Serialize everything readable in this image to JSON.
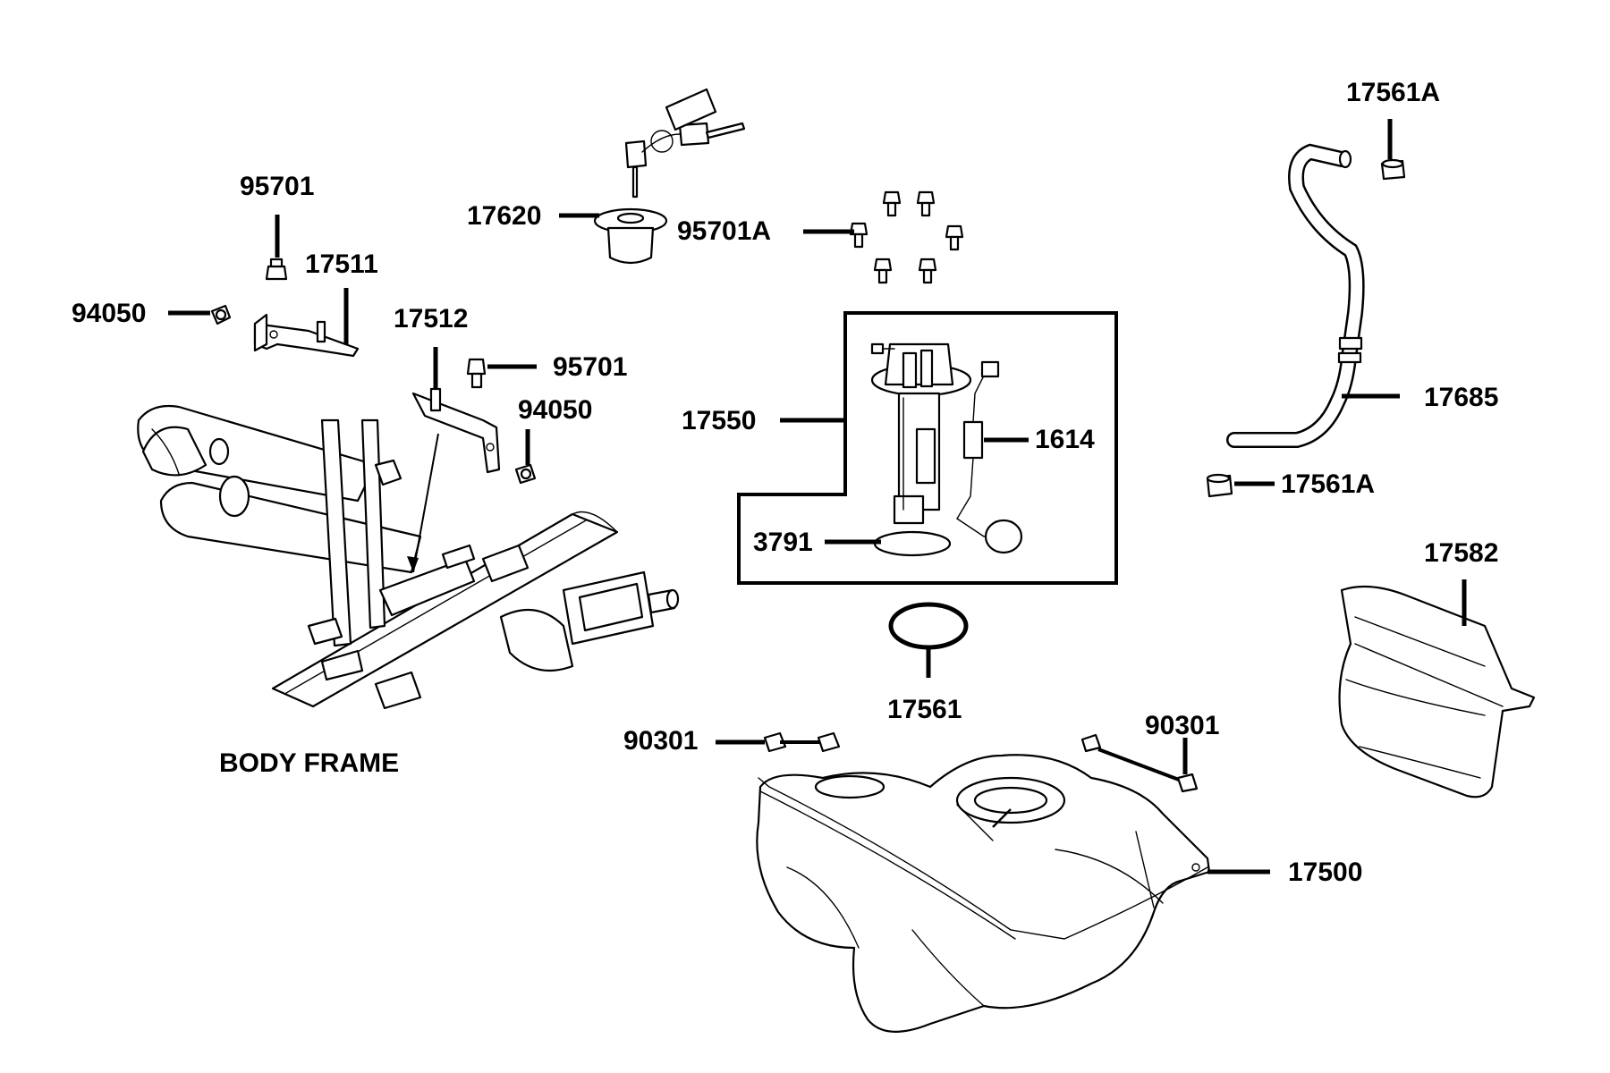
{
  "callouts": {
    "c17561A_top": "17561A",
    "c95701_left": "95701",
    "c17620": "17620",
    "c95701A": "95701A",
    "c17511": "17511",
    "c94050_left": "94050",
    "c17512": "17512",
    "c95701_mid": "95701",
    "c94050_mid": "94050",
    "c17550": "17550",
    "c1614": "1614",
    "c3791": "3791",
    "c17685": "17685",
    "c17561A_bottom": "17561A",
    "c17582": "17582",
    "c17561": "17561",
    "c90301_left": "90301",
    "c90301_right": "90301",
    "c17500": "17500"
  },
  "captions": {
    "body_frame": "BODY FRAME"
  }
}
